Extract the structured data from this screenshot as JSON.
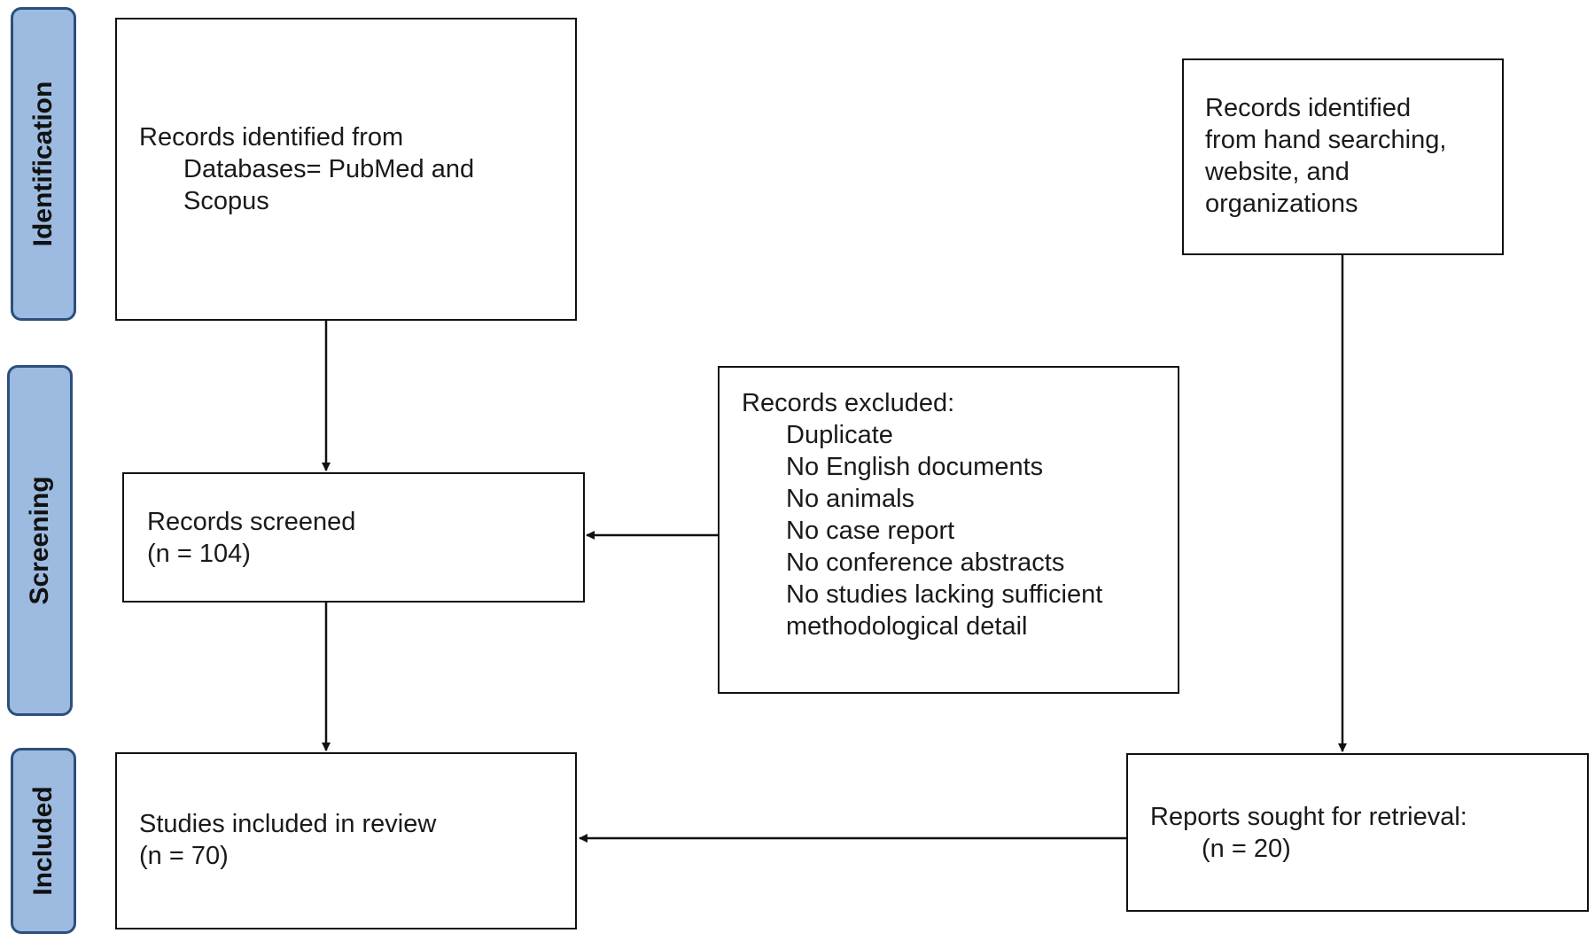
{
  "stages": {
    "identification": "Identification",
    "screening": "Screening",
    "included": "Included"
  },
  "boxes": {
    "databases": {
      "line1": "Records identified from",
      "line2": "Databases= PubMed and",
      "line3": "Scopus"
    },
    "hand_search": {
      "line1": "Records identified",
      "line2": "from hand searching,",
      "line3": "website, and",
      "line4": "organizations"
    },
    "excluded": {
      "title": "Records excluded:",
      "items": [
        "Duplicate",
        "No English documents",
        "No animals",
        "No case report",
        "No conference abstracts",
        "No studies lacking sufficient",
        "methodological detail"
      ]
    },
    "screened": {
      "line1": "Records screened",
      "line2": "(n = 104)"
    },
    "included": {
      "line1": "Studies included in review",
      "line2": "(n = 70)"
    },
    "retrieval": {
      "line1": "Reports sought for retrieval:",
      "line2": "(n = 20)"
    }
  },
  "colors": {
    "stage_fill": "#9dbbe0",
    "stage_border": "#2c4f7c",
    "box_border": "#111111"
  }
}
